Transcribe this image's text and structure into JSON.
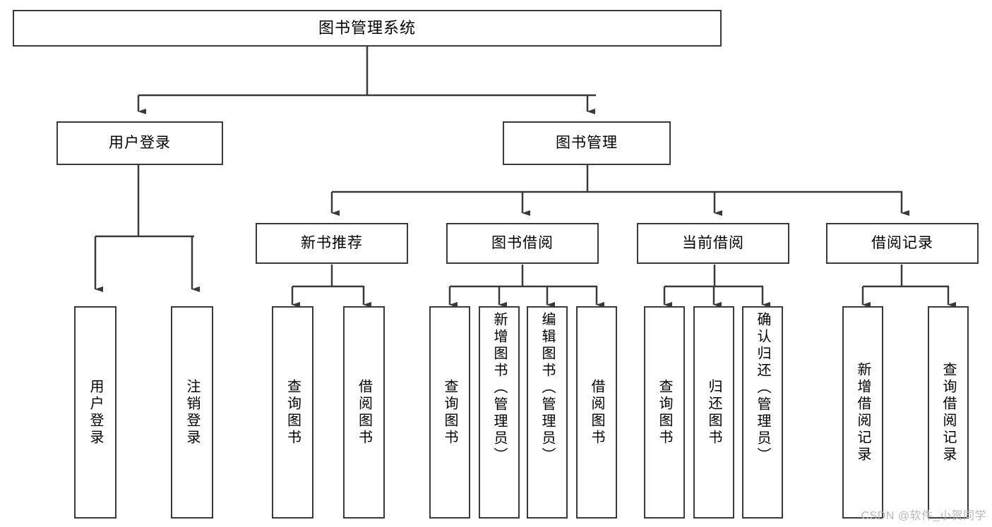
{
  "diagram": {
    "title": "图书管理系统",
    "type": "tree-hierarchy-chart",
    "root": {
      "label": "图书管理系统"
    },
    "level2": [
      {
        "label": "用户登录"
      },
      {
        "label": "图书管理"
      }
    ],
    "level3": [
      {
        "label": "新书推荐"
      },
      {
        "label": "图书借阅"
      },
      {
        "label": "当前借阅"
      },
      {
        "label": "借阅记录"
      }
    ],
    "leaves": {
      "user_login": [
        {
          "label": "用户登录"
        },
        {
          "label": "注销登录"
        }
      ],
      "new_book_recommend": [
        {
          "label": "查询图书"
        },
        {
          "label": "借阅图书"
        }
      ],
      "book_borrow": [
        {
          "label": "查询图书"
        },
        {
          "label": "新增图书（管理员）"
        },
        {
          "label": "编辑图书（管理员）"
        },
        {
          "label": "借阅图书"
        }
      ],
      "current_borrow": [
        {
          "label": "查询图书"
        },
        {
          "label": "归还图书"
        },
        {
          "label": "确认归还（管理员）"
        }
      ],
      "borrow_record": [
        {
          "label": "新增借阅记录"
        },
        {
          "label": "查询借阅记录"
        }
      ]
    }
  },
  "watermark": {
    "text": "CSDN @软件_小贺同学"
  },
  "colors": {
    "border": "#3a3a3a",
    "background": "#ffffff",
    "text": "#000000",
    "watermark": "#b9b9b9"
  }
}
